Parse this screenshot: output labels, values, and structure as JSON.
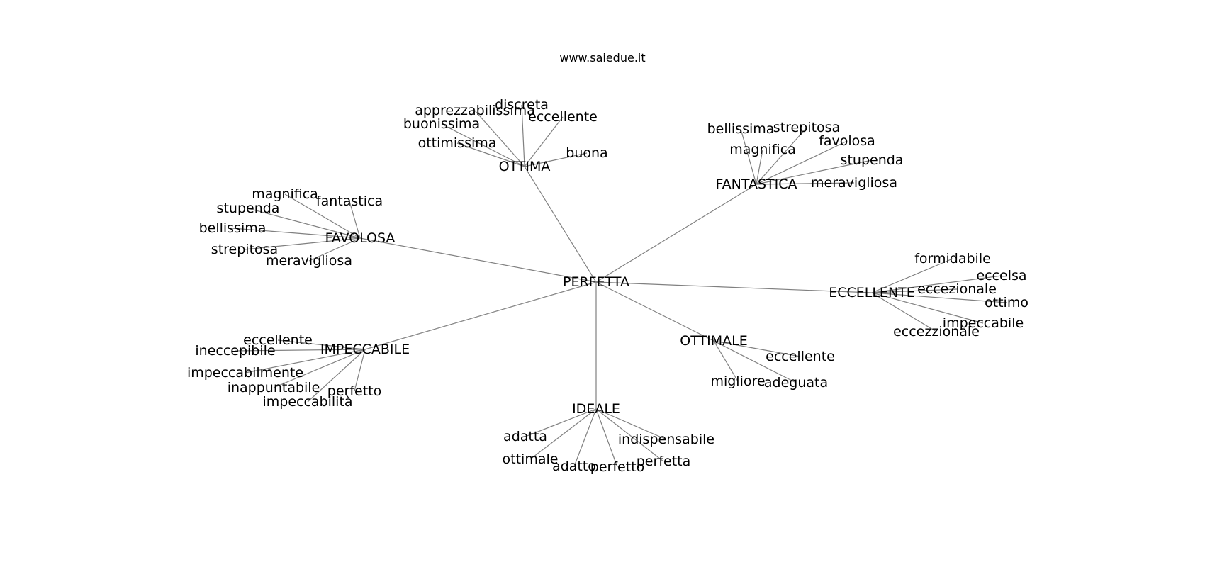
{
  "watermark": "www.saiedue.it",
  "graph": {
    "center": "PERFETTA",
    "groups": [
      {
        "label": "OTTIMA",
        "leaves": [
          "apprezzabilissima",
          "discreta",
          "eccellente",
          "buonissima",
          "ottimissima",
          "buona"
        ]
      },
      {
        "label": "FANTASTICA",
        "leaves": [
          "bellissima",
          "strepitosa",
          "magnifica",
          "favolosa",
          "stupenda",
          "meravigliosa"
        ]
      },
      {
        "label": "FAVOLOSA",
        "leaves": [
          "magnifica",
          "fantastica",
          "stupenda",
          "bellissima",
          "strepitosa",
          "meravigliosa"
        ]
      },
      {
        "label": "ECCELLENTE",
        "leaves": [
          "formidabile",
          "eccelsa",
          "eccezionale",
          "ottimo",
          "impeccabile",
          "eccezzionale"
        ]
      },
      {
        "label": "IMPECCABILE",
        "leaves": [
          "eccellente",
          "ineccepibile",
          "impeccabilmente",
          "inappuntabile",
          "perfetto",
          "impeccabilità"
        ]
      },
      {
        "label": "OTTIMALE",
        "leaves": [
          "eccellente",
          "migliore",
          "adeguata"
        ]
      },
      {
        "label": "IDEALE",
        "leaves": [
          "adatta",
          "indispensabile",
          "ottimale",
          "perfetta",
          "adatto",
          "perfetto"
        ]
      }
    ]
  }
}
